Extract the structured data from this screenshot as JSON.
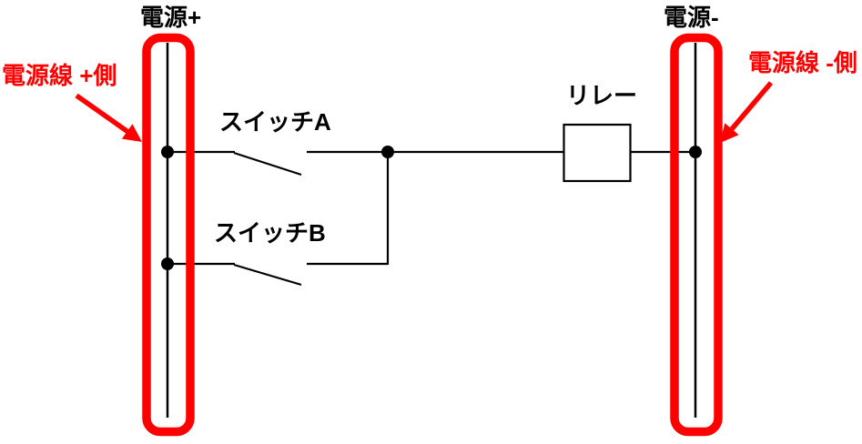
{
  "diagram": {
    "type": "ladder-circuit-diagram",
    "rails": {
      "positive": {
        "title": "電源+",
        "callout": "電源線 +側"
      },
      "negative": {
        "title": "電源-",
        "callout": "電源線 -側"
      }
    },
    "components": {
      "switch_a": "スイッチA",
      "switch_b": "スイッチB",
      "relay": "リレー"
    },
    "colors": {
      "wire": "#000000",
      "highlight": "#ff0000",
      "background": "#ffffff"
    }
  }
}
